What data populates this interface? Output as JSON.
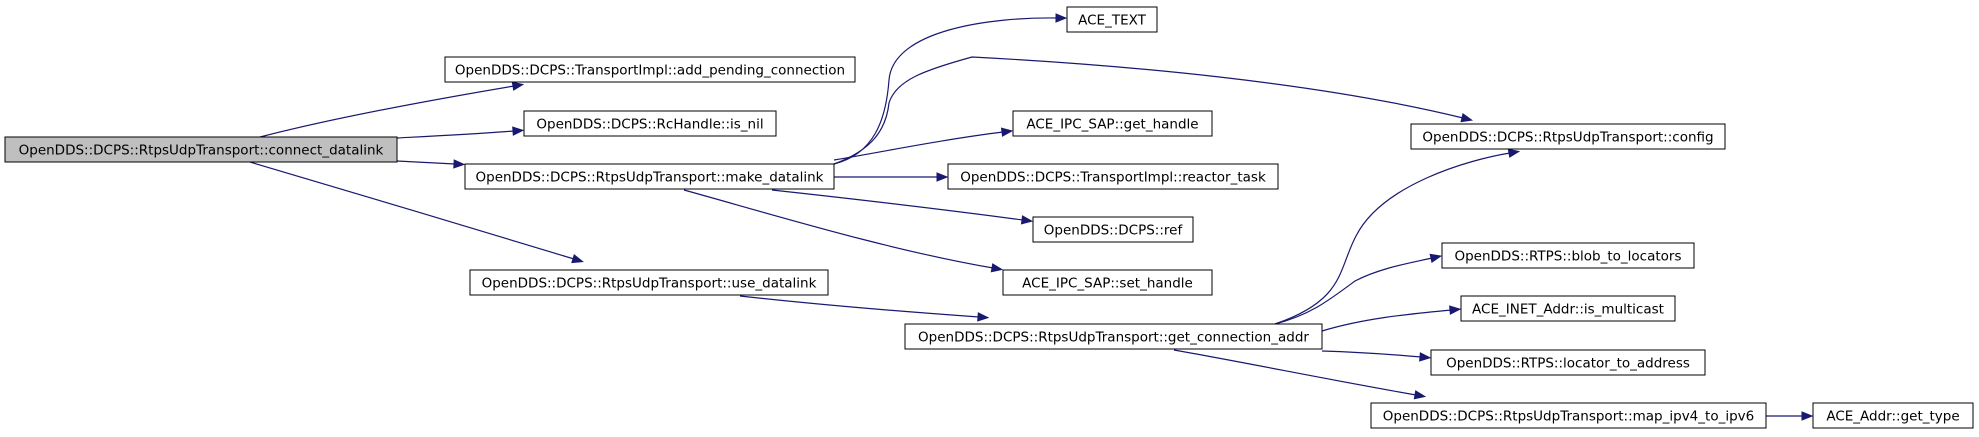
{
  "colors": {
    "edge": "#191970",
    "root_fill": "#bfbfbf",
    "node_fill": "#ffffff",
    "border": "#000000"
  },
  "nodes": [
    {
      "id": "connect_datalink",
      "label": "OpenDDS::DCPS::RtpsUdpTransport::connect_datalink",
      "root": true
    },
    {
      "id": "add_pending_connection",
      "label": "OpenDDS::DCPS::TransportImpl::add_pending_connection"
    },
    {
      "id": "is_nil",
      "label": "OpenDDS::DCPS::RcHandle::is_nil"
    },
    {
      "id": "make_datalink",
      "label": "OpenDDS::DCPS::RtpsUdpTransport::make_datalink"
    },
    {
      "id": "use_datalink",
      "label": "OpenDDS::DCPS::RtpsUdpTransport::use_datalink"
    },
    {
      "id": "ace_text",
      "label": "ACE_TEXT"
    },
    {
      "id": "get_handle",
      "label": "ACE_IPC_SAP::get_handle"
    },
    {
      "id": "reactor_task",
      "label": "OpenDDS::DCPS::TransportImpl::reactor_task"
    },
    {
      "id": "ref",
      "label": "OpenDDS::DCPS::ref"
    },
    {
      "id": "set_handle",
      "label": "ACE_IPC_SAP::set_handle"
    },
    {
      "id": "get_connection_addr",
      "label": "OpenDDS::DCPS::RtpsUdpTransport::get_connection_addr"
    },
    {
      "id": "config",
      "label": "OpenDDS::DCPS::RtpsUdpTransport::config"
    },
    {
      "id": "blob_to_locators",
      "label": "OpenDDS::RTPS::blob_to_locators"
    },
    {
      "id": "is_multicast",
      "label": "ACE_INET_Addr::is_multicast"
    },
    {
      "id": "locator_to_address",
      "label": "OpenDDS::RTPS::locator_to_address"
    },
    {
      "id": "map_ipv4_to_ipv6",
      "label": "OpenDDS::DCPS::RtpsUdpTransport::map_ipv4_to_ipv6"
    },
    {
      "id": "get_type",
      "label": "ACE_Addr::get_type"
    }
  ],
  "edges": [
    {
      "from": "connect_datalink",
      "to": "add_pending_connection"
    },
    {
      "from": "connect_datalink",
      "to": "is_nil"
    },
    {
      "from": "connect_datalink",
      "to": "make_datalink"
    },
    {
      "from": "connect_datalink",
      "to": "use_datalink"
    },
    {
      "from": "make_datalink",
      "to": "ace_text"
    },
    {
      "from": "make_datalink",
      "to": "config"
    },
    {
      "from": "make_datalink",
      "to": "get_handle"
    },
    {
      "from": "make_datalink",
      "to": "reactor_task"
    },
    {
      "from": "make_datalink",
      "to": "ref"
    },
    {
      "from": "make_datalink",
      "to": "set_handle"
    },
    {
      "from": "use_datalink",
      "to": "get_connection_addr"
    },
    {
      "from": "get_connection_addr",
      "to": "config"
    },
    {
      "from": "get_connection_addr",
      "to": "blob_to_locators"
    },
    {
      "from": "get_connection_addr",
      "to": "is_multicast"
    },
    {
      "from": "get_connection_addr",
      "to": "locator_to_address"
    },
    {
      "from": "get_connection_addr",
      "to": "map_ipv4_to_ipv6"
    },
    {
      "from": "map_ipv4_to_ipv6",
      "to": "get_type"
    }
  ]
}
